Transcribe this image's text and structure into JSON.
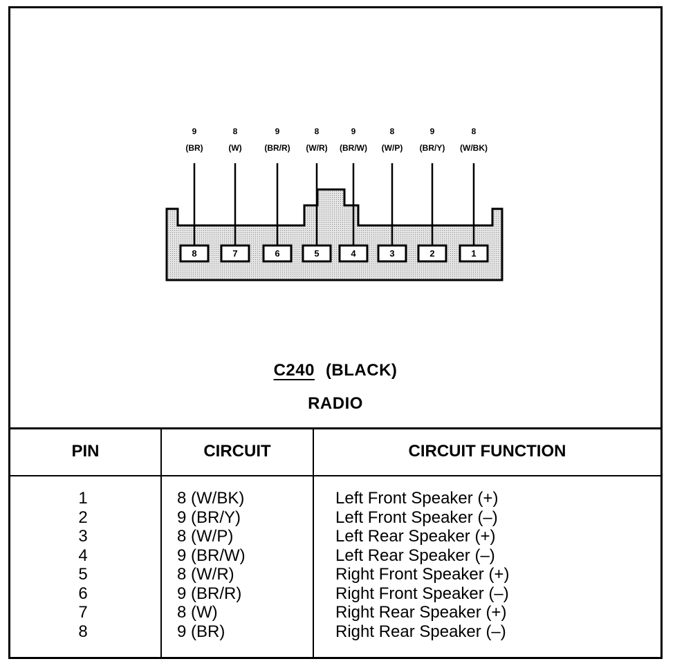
{
  "connector": {
    "id": "C240",
    "color": "(BLACK)",
    "component": "RADIO",
    "wires": [
      {
        "pin": "8",
        "circuit": "9",
        "color": "(BR)"
      },
      {
        "pin": "7",
        "circuit": "8",
        "color": "(W)"
      },
      {
        "pin": "6",
        "circuit": "9",
        "color": "(BR/R)"
      },
      {
        "pin": "5",
        "circuit": "8",
        "color": "(W/R)"
      },
      {
        "pin": "4",
        "circuit": "9",
        "color": "(BR/W)"
      },
      {
        "pin": "3",
        "circuit": "8",
        "color": "(W/P)"
      },
      {
        "pin": "2",
        "circuit": "9",
        "color": "(BR/Y)"
      },
      {
        "pin": "1",
        "circuit": "8",
        "color": "(W/BK)"
      }
    ]
  },
  "table": {
    "headers": {
      "pin": "PIN",
      "circuit": "CIRCUIT",
      "function": "CIRCUIT FUNCTION"
    },
    "rows": [
      {
        "pin": "1",
        "circuit": "8 (W/BK)",
        "function": "Left Front Speaker (+)"
      },
      {
        "pin": "2",
        "circuit": "9 (BR/Y)",
        "function": "Left Front Speaker (–)"
      },
      {
        "pin": "3",
        "circuit": "8 (W/P)",
        "function": "Left Rear Speaker (+)"
      },
      {
        "pin": "4",
        "circuit": "9 (BR/W)",
        "function": "Left Rear Speaker (–)"
      },
      {
        "pin": "5",
        "circuit": "8 (W/R)",
        "function": "Right Front Speaker (+)"
      },
      {
        "pin": "6",
        "circuit": "9 (BR/R)",
        "function": "Right Front Speaker (–)"
      },
      {
        "pin": "7",
        "circuit": "8 (W)",
        "function": "Right Rear Speaker (+)"
      },
      {
        "pin": "8",
        "circuit": "9 (BR)",
        "function": "Right Rear Speaker (–)"
      }
    ]
  }
}
